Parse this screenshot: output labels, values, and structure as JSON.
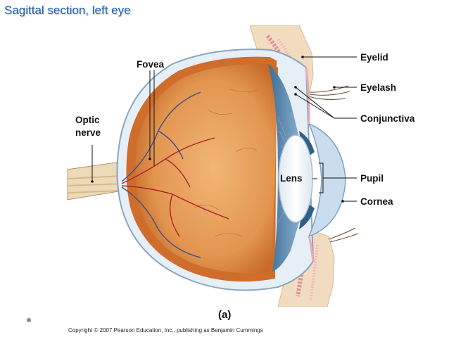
{
  "title": "Sagittal section, left eye",
  "labels": {
    "fovea": "Fovea",
    "optic_nerve_1": "Optic",
    "optic_nerve_2": "nerve",
    "eyelid": "Eyelid",
    "eyelash": "Eyelash",
    "conjunctiva": "Conjunctiva",
    "lens": "Lens",
    "pupil": "Pupil",
    "cornea": "Cornea"
  },
  "panel_label": "(a)",
  "copyright": "Copyright © 2007 Pearson Education, Inc., publishing as Benjamin Cummings",
  "colors": {
    "title": "#1f5fb3",
    "sclera": "#e6eef6",
    "choroid": "#cf6e2c",
    "vitreous": "#e6a05e",
    "iris": "#6a96b8",
    "cornea": "#c9ddef",
    "eyelid": "#f2dcc0"
  }
}
